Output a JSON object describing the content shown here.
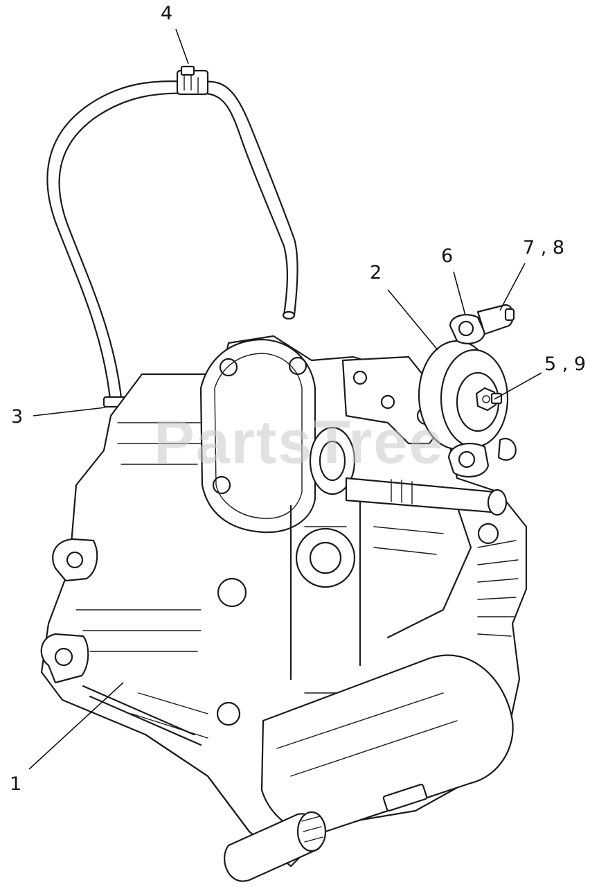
{
  "watermark": "PartsTree",
  "callouts": [
    {
      "id": "c1",
      "text": "1"
    },
    {
      "id": "c2",
      "text": "2"
    },
    {
      "id": "c3",
      "text": "3"
    },
    {
      "id": "c4",
      "text": "4"
    },
    {
      "id": "c56",
      "text": "5 , 9"
    },
    {
      "id": "c6",
      "text": "6"
    },
    {
      "id": "c78",
      "text": "7 , 8"
    }
  ]
}
